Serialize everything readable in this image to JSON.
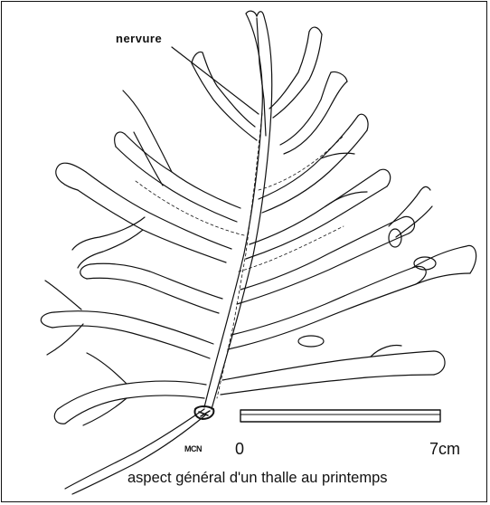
{
  "illustration": {
    "callout_label": "nervure",
    "credit_mark": "MCN",
    "scale_bar": {
      "start_label": "0",
      "end_label": "7cm"
    },
    "caption": "aspect général d'un thalle au printemps"
  },
  "colors": {
    "ink": "#111111",
    "paper": "#ffffff"
  }
}
